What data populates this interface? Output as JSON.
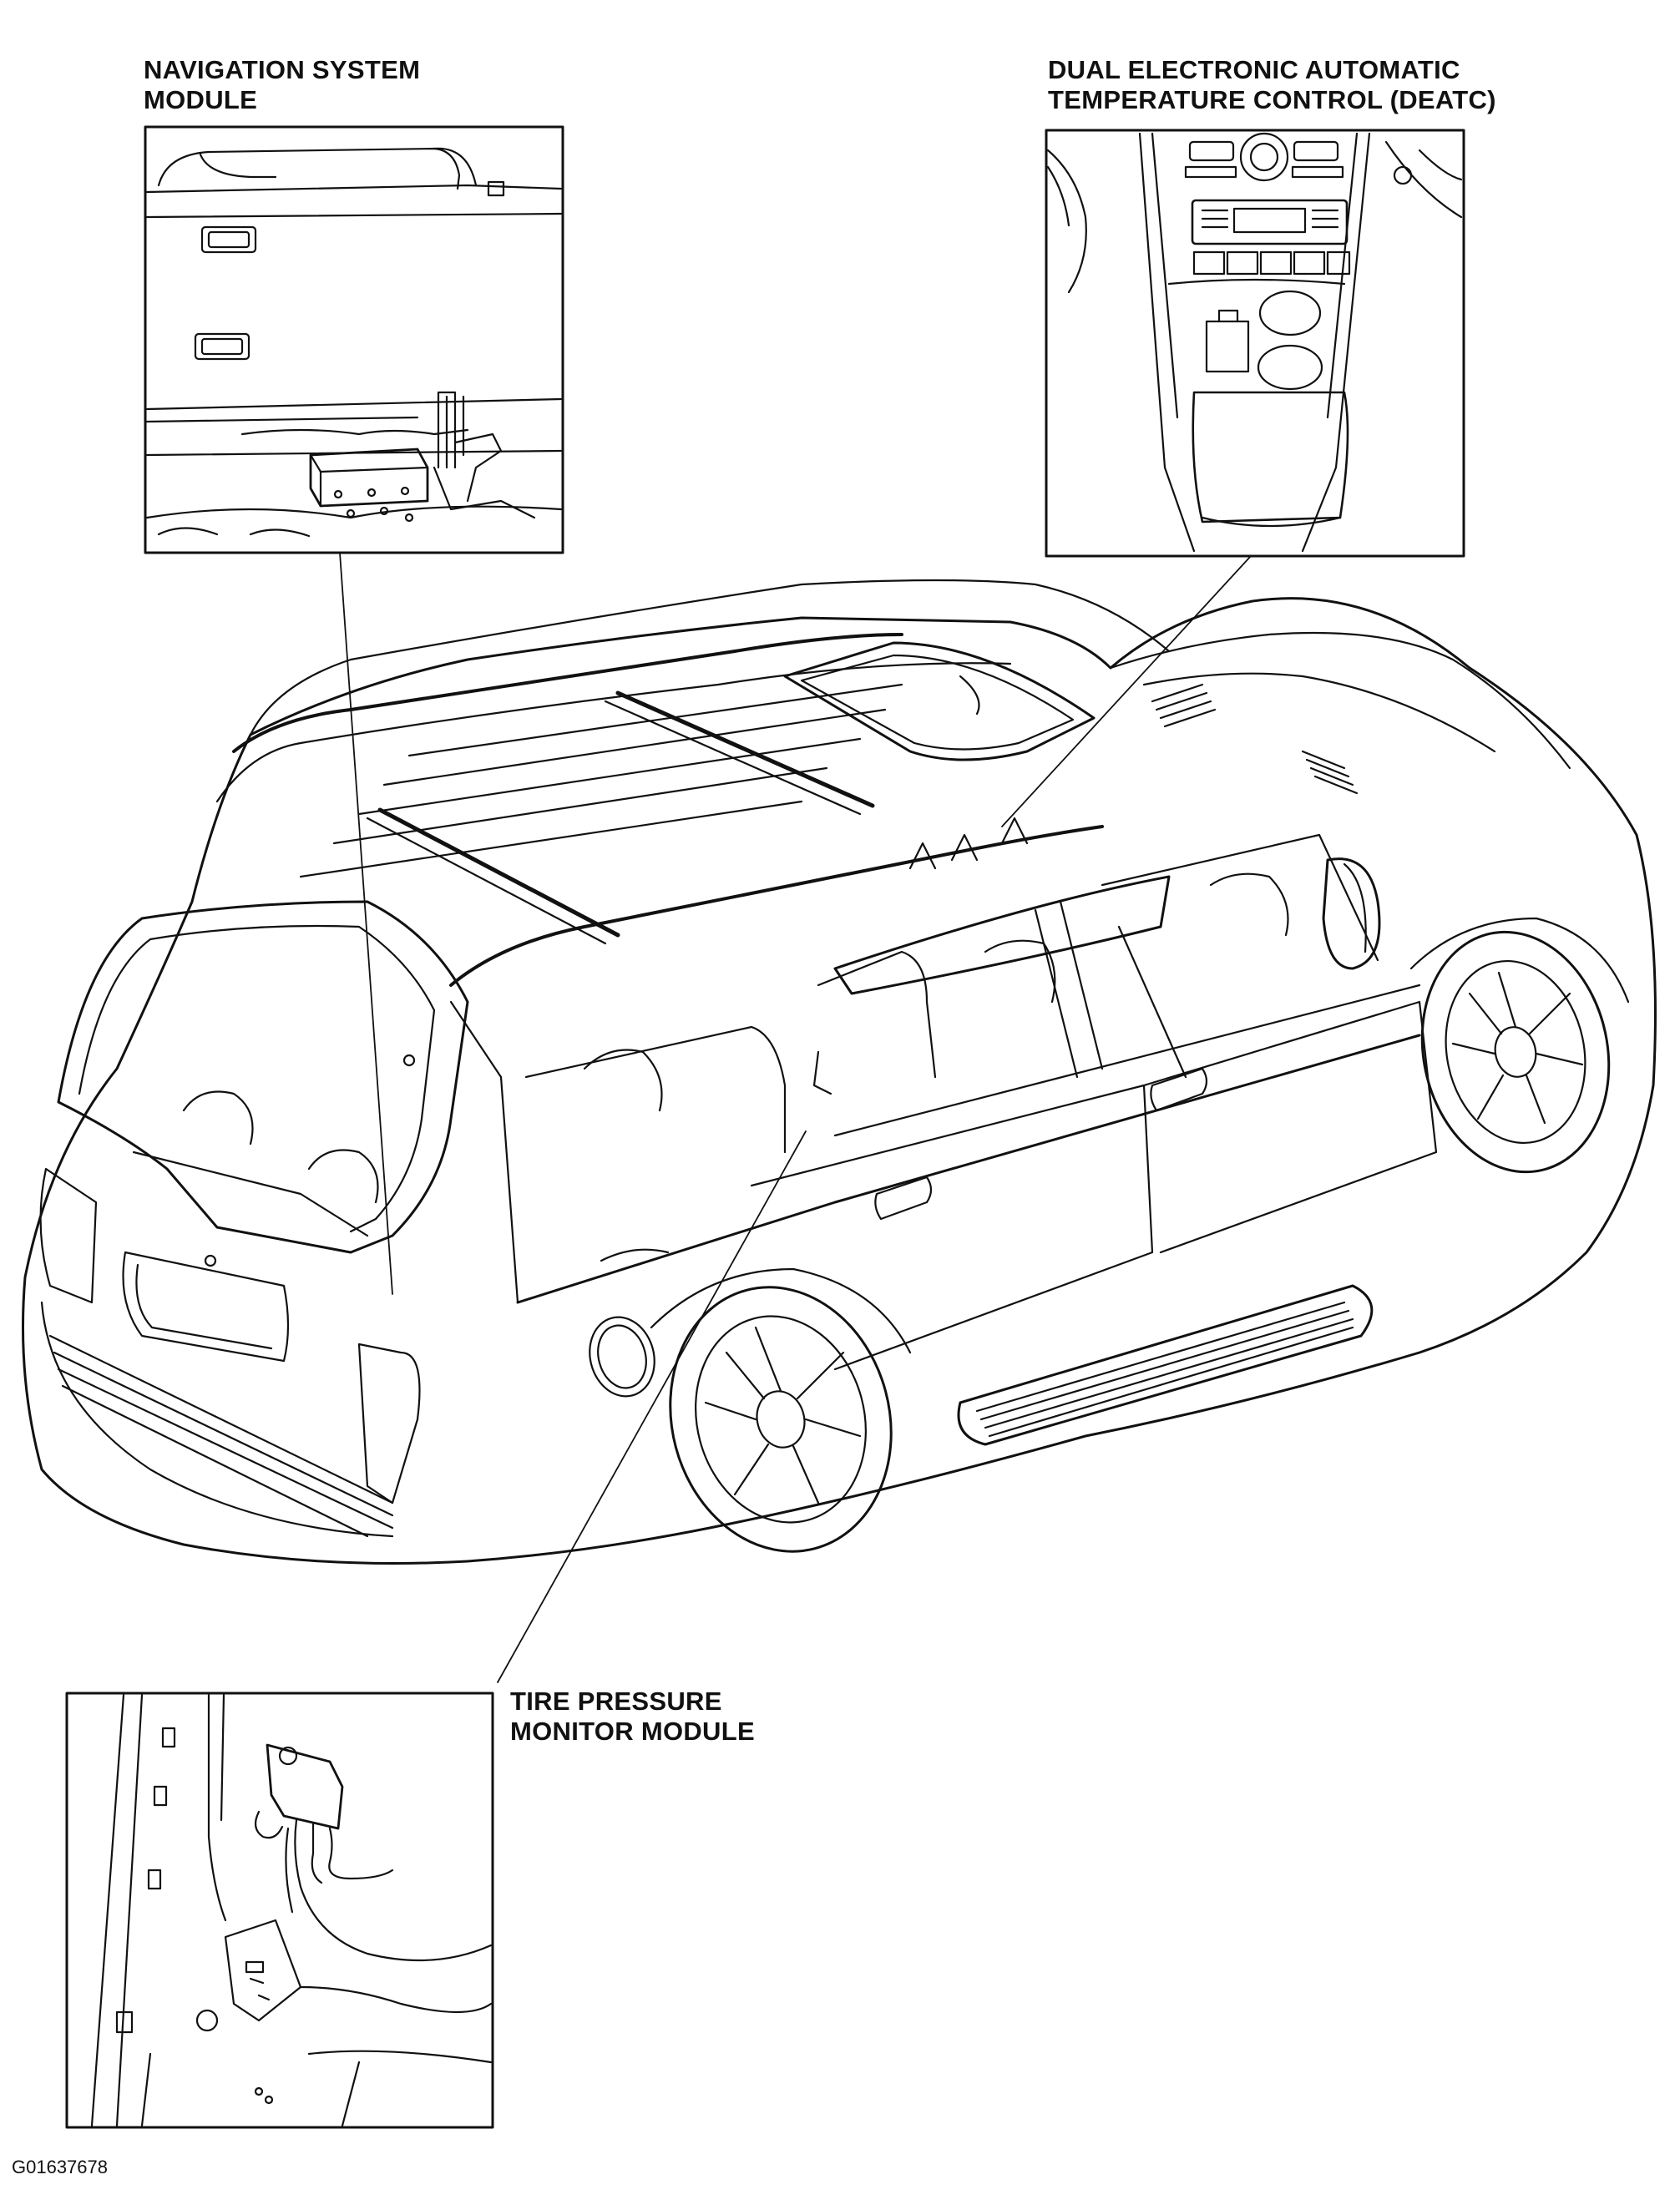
{
  "callouts": {
    "navigation_module": {
      "line1": "NAVIGATION SYSTEM",
      "line2": "MODULE"
    },
    "deatc": {
      "line1": "DUAL ELECTRONIC AUTOMATIC",
      "line2": "TEMPERATURE CONTROL (DEATC)"
    },
    "tire_pressure_module": {
      "line1": "TIRE PRESSURE",
      "line2": "MONITOR MODULE"
    }
  },
  "figure_id": "G01637678",
  "colors": {
    "line": "#111111",
    "background": "#ffffff"
  }
}
